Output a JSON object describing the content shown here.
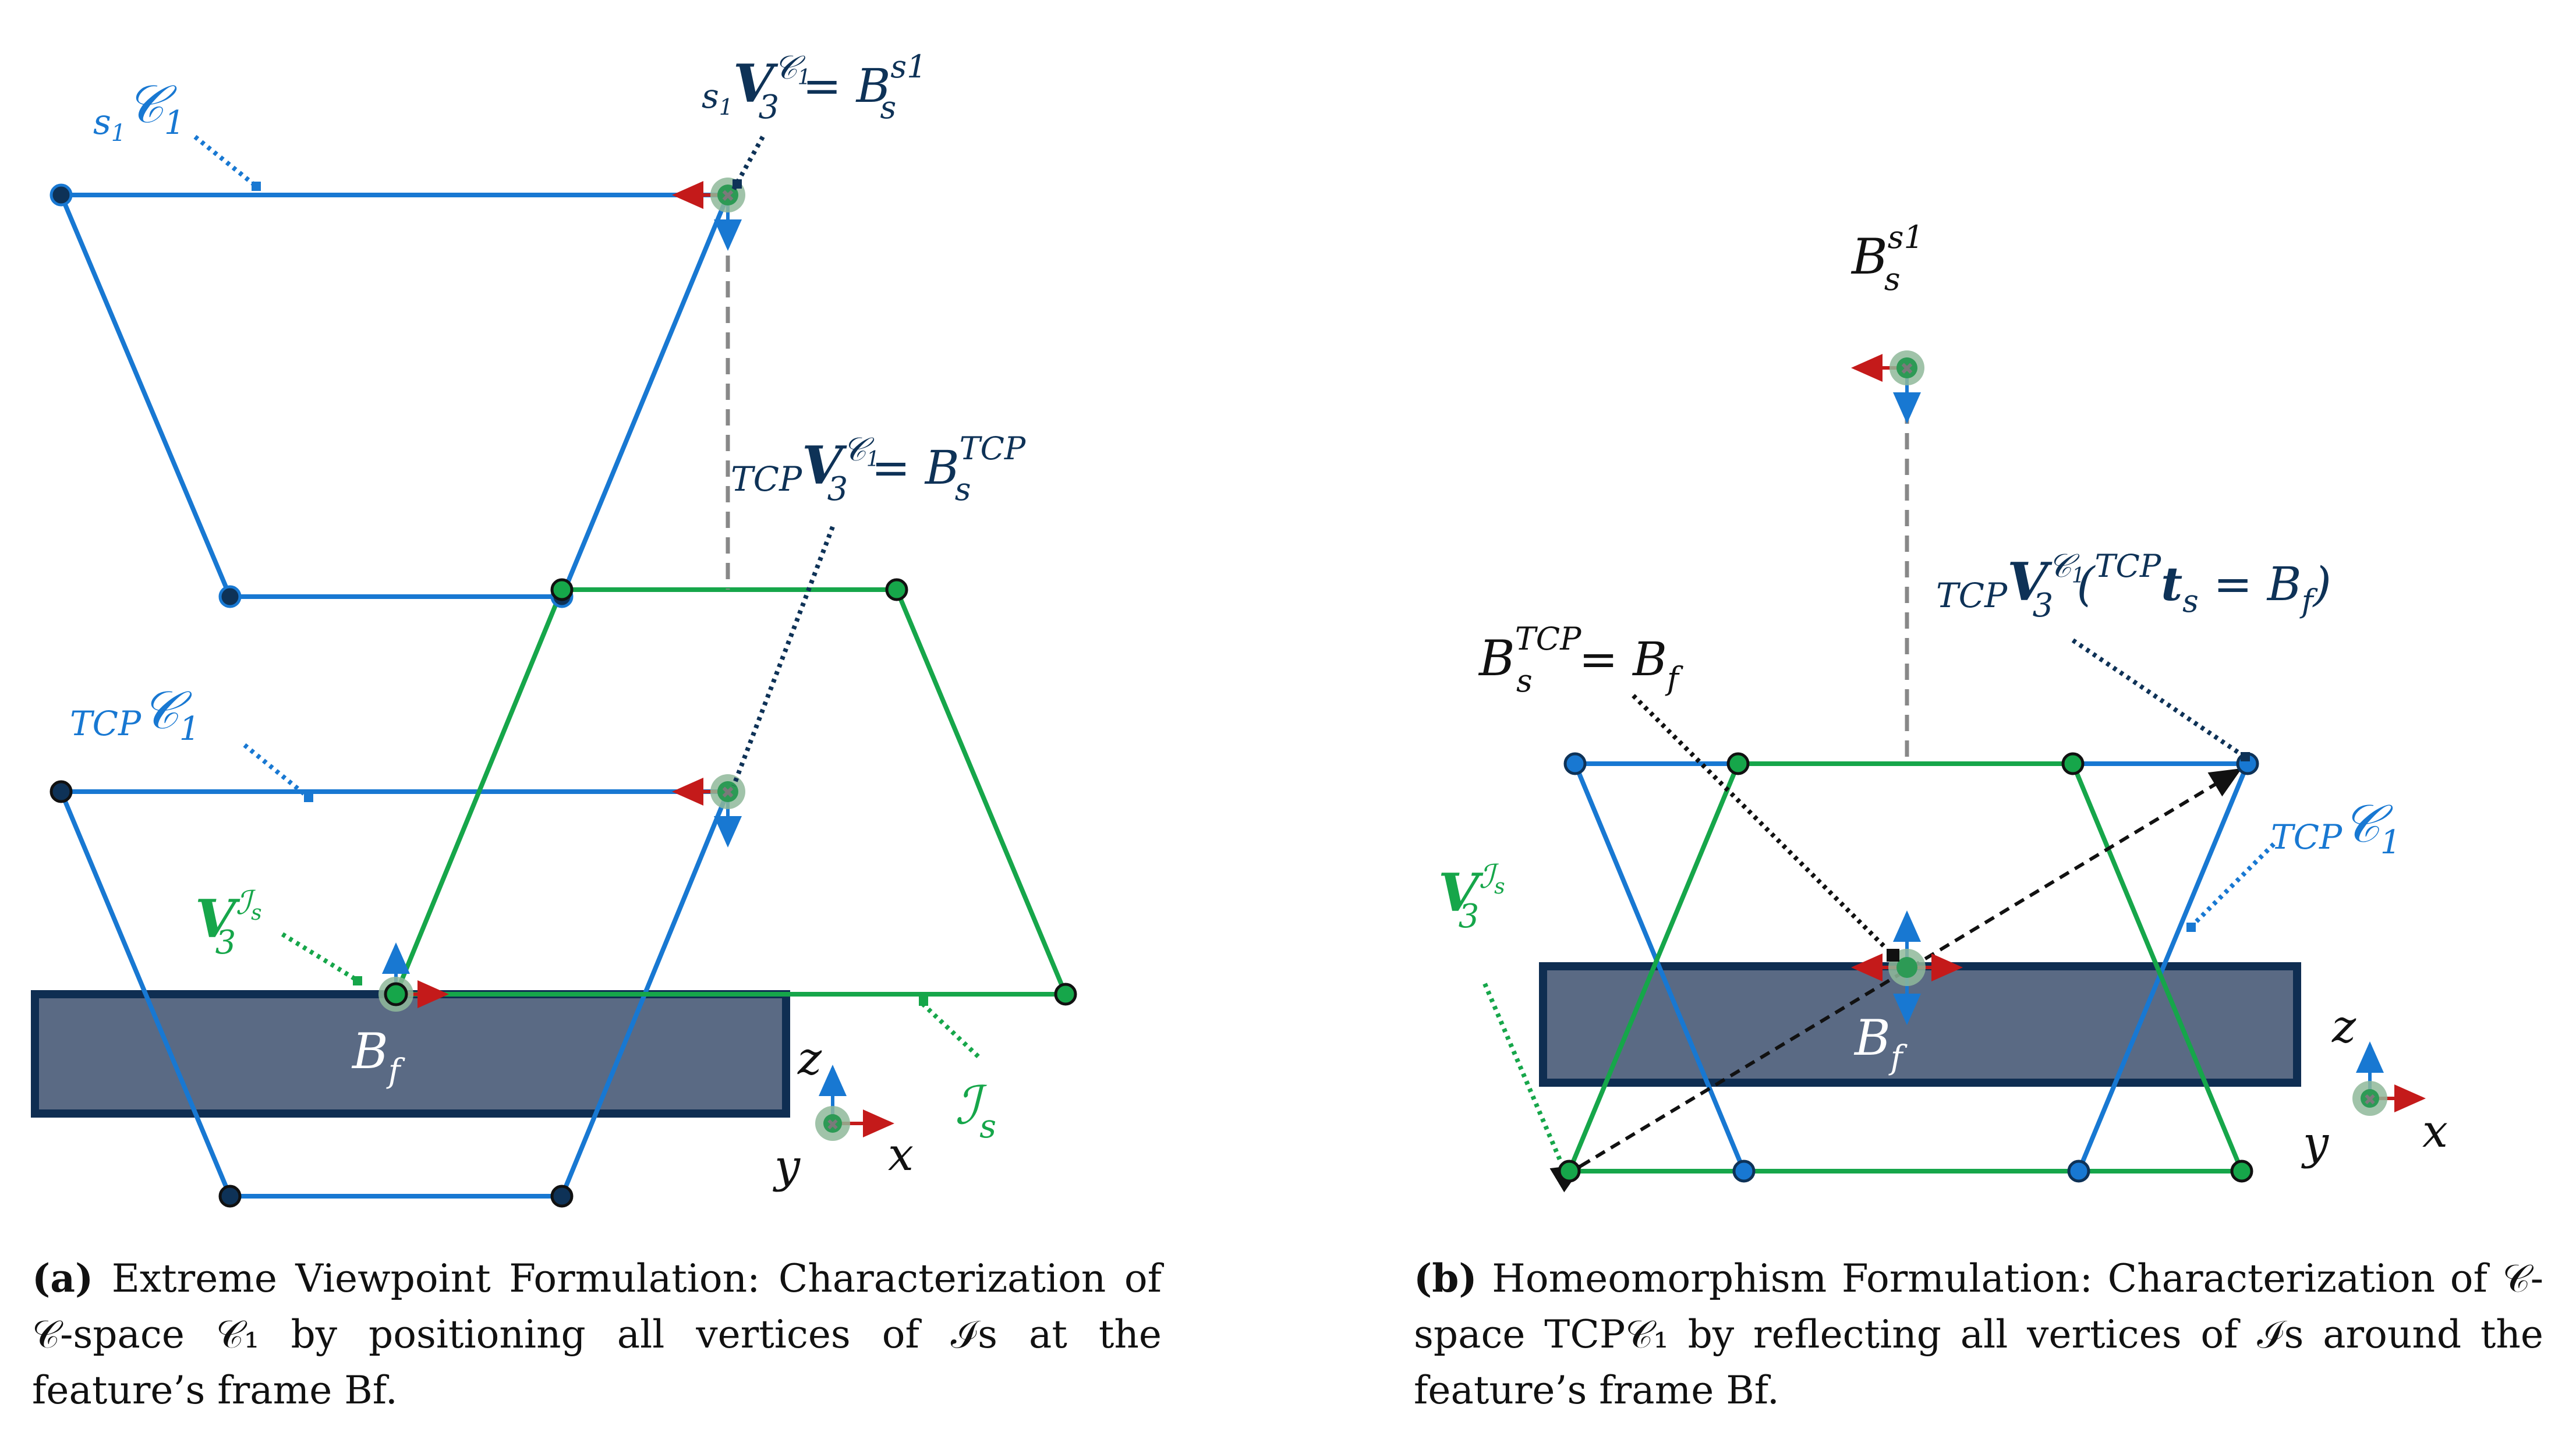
{
  "colors": {
    "blue": "#1878d2",
    "green": "#16a64a",
    "navy": "#0e3257",
    "feature_fill": "#5a6a84",
    "feature_stroke": "#0f2e52",
    "red": "#c41a1a",
    "dashed_gray": "#888888"
  },
  "panel_a": {
    "labels": {
      "s1_c1": "s₁𝒞₁",
      "s1_v3": "s₁V₃",
      "s1_v3_sup": "𝒞₁",
      "s1_eq": "= B",
      "s1_eq_sub": "s",
      "s1_eq_sup": "s1",
      "tcp_v3": "TCPV₃",
      "tcp_v3_sup": "𝒞₁",
      "tcp_eq": "= B",
      "tcp_eq_sub": "s",
      "tcp_eq_sup": "TCP",
      "tcp_c1": "TCP𝒞₁",
      "v3_is": "V₃",
      "v3_is_sup": "ℐs",
      "bf": "B",
      "bf_sub": "f",
      "is": "ℐs",
      "axis_z": "z",
      "axis_x": "x",
      "axis_y": "y"
    },
    "caption": {
      "letter": "(a)",
      "text": "Extreme Viewpoint Formulation: Characterization of 𝒞-space 𝒞₁ by positioning all vertices of ℐs at the feature’s frame Bf."
    }
  },
  "panel_b": {
    "labels": {
      "bs_s1": "B",
      "bs_s1_sub": "s",
      "bs_s1_sup": "s1",
      "tcp_v3": "TCPV₃",
      "tcp_v3_sup": "𝒞₁",
      "tcp_v3_paren": "(TCPts = Bf)",
      "bs_tcp": "B",
      "bs_tcp_sub": "s",
      "bs_tcp_sup": "TCP",
      "bs_tcp_eq": "= Bf",
      "tcp_c1": "TCP𝒞₁",
      "v3_is": "V₃",
      "v3_is_sup": "ℐs",
      "bf": "B",
      "bf_sub": "f",
      "axis_z": "z",
      "axis_x": "x",
      "axis_y": "y"
    },
    "caption": {
      "letter": "(b)",
      "text": "Homeomorphism Formulation: Characterization of 𝒞-space TCP𝒞₁ by reflecting all vertices of ℐs around the feature’s frame Bf."
    }
  }
}
